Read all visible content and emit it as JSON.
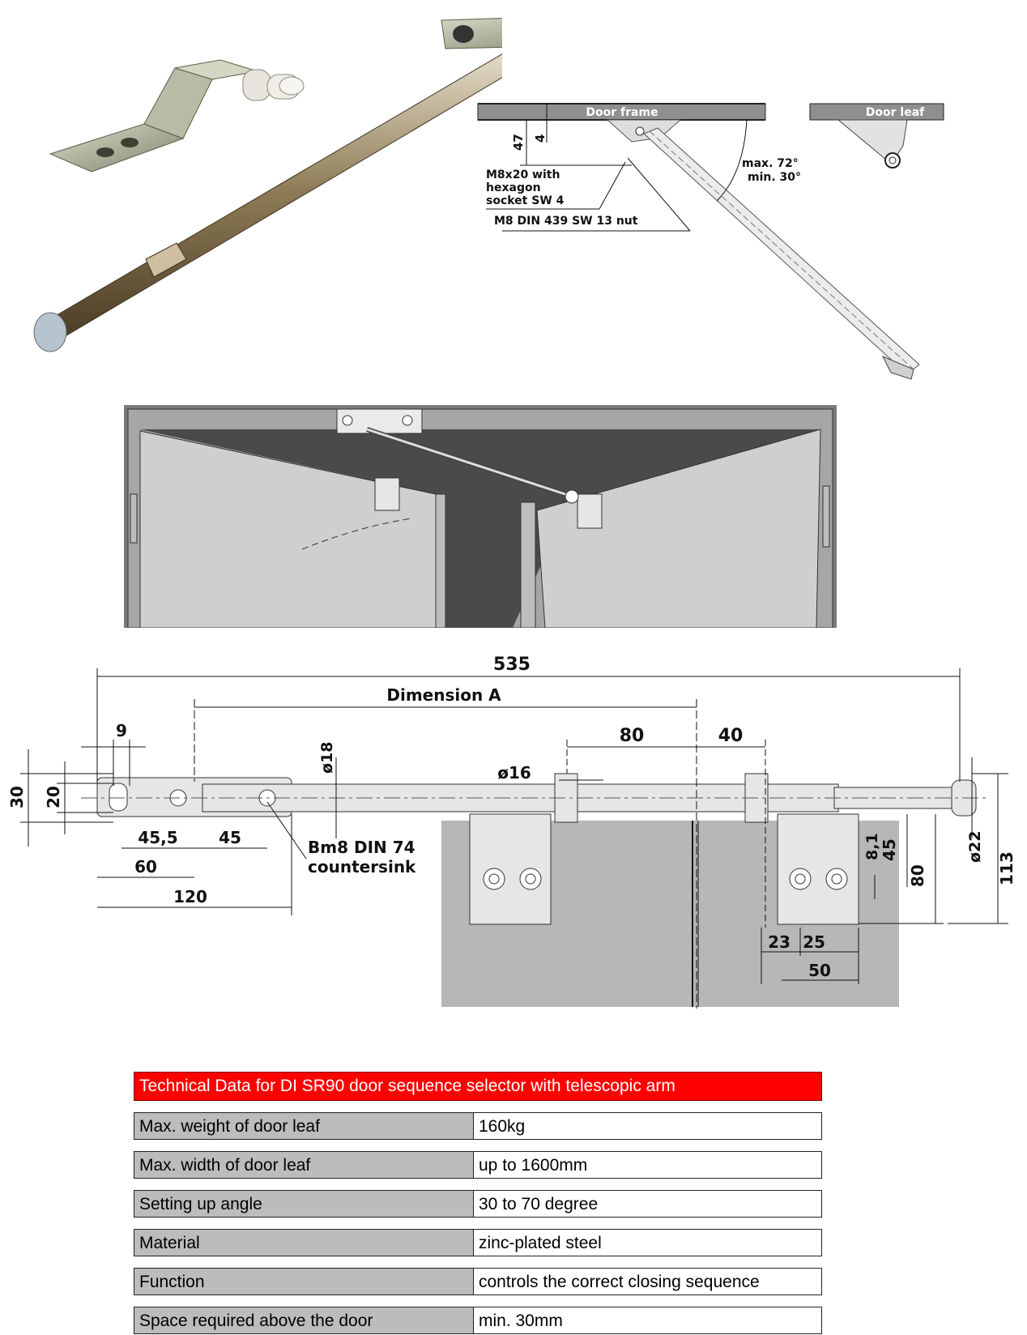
{
  "photo": {
    "name": "telescopic-arm-photo"
  },
  "top_drawing": {
    "door_frame": "Door frame",
    "door_leaf": "Door leaf",
    "dim_47": "47",
    "dim_4": "4",
    "screw_line1": "M8x20 with",
    "screw_line2": "hexagon",
    "screw_line3": "socket SW 4",
    "nut": "M8 DIN 439 SW 13 nut",
    "angle_max": "max. 72°",
    "angle_min": "min. 30°"
  },
  "dimension_drawing": {
    "d535": "535",
    "dimension_a": "Dimension A",
    "d9": "9",
    "d80_top": "80",
    "d40": "40",
    "d18": "ø18",
    "d16": "ø16",
    "d30": "30",
    "d20": "20",
    "d45_5": "45,5",
    "d45": "45",
    "d60": "60",
    "d120": "120",
    "bm8_line1": "Bm8 DIN 74",
    "bm8_line2": "countersink",
    "d8_1": "8,1",
    "d45_right": "45",
    "d80_right": "80",
    "d22": "ø22",
    "d113": "113",
    "d23": "23",
    "d25": "25",
    "d50": "50"
  },
  "table": {
    "title": "Technical Data for DI SR90 door sequence selector with telescopic arm",
    "rows": [
      {
        "key": "Max. weight of door leaf",
        "value": "160kg"
      },
      {
        "key": "Max. width of door leaf",
        "value": "up to 1600mm"
      },
      {
        "key": "Setting up angle",
        "value": "30 to 70 degree"
      },
      {
        "key": "Material",
        "value": "zinc-plated steel"
      },
      {
        "key": "Function",
        "value": "controls the correct closing sequence"
      },
      {
        "key": "Space required above the door",
        "value": "min. 30mm"
      }
    ]
  }
}
